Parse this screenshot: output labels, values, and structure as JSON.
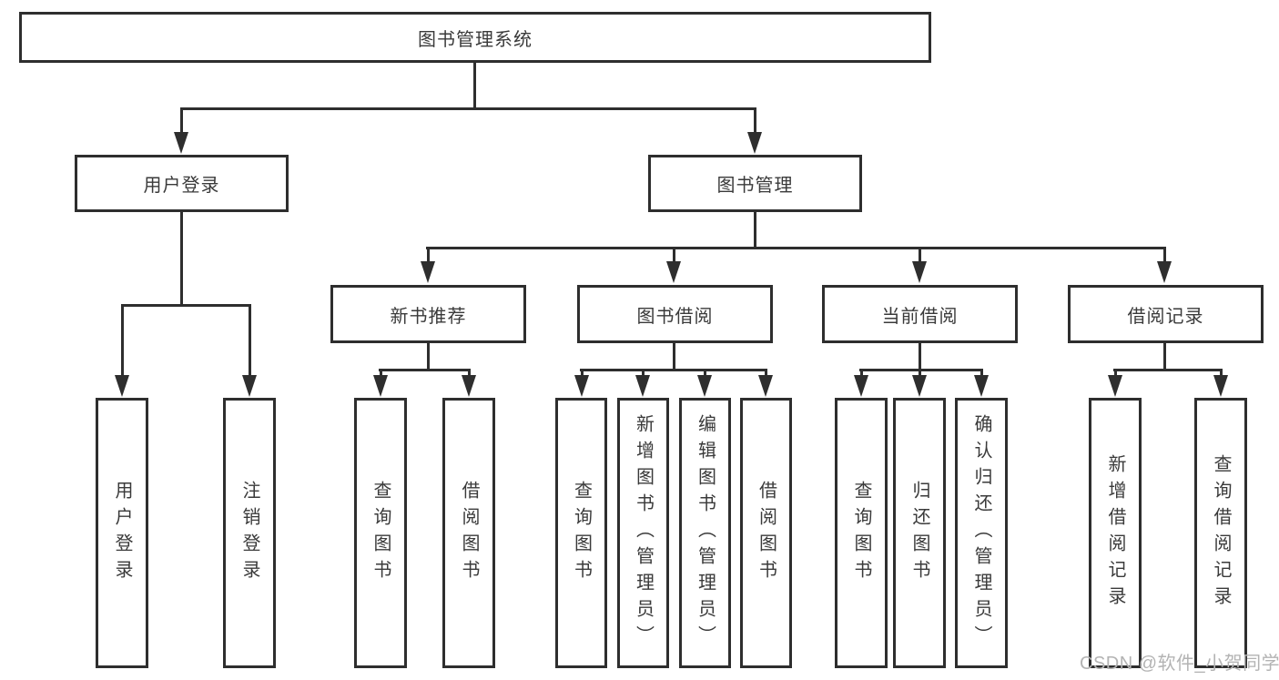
{
  "diagram": {
    "root": "图书管理系统",
    "branches": {
      "user_login": "用户登录",
      "book_mgmt": "图书管理"
    },
    "level2": {
      "new_book": "新书推荐",
      "book_borrow": "图书借阅",
      "current_borrow": "当前借阅",
      "borrow_record": "借阅记录"
    },
    "leaves": {
      "ul_login": "用户登录",
      "ul_logout": "注销登录",
      "nb_query": "查询图书",
      "nb_borrow": "借阅图书",
      "bb_query": "查询图书",
      "bb_add": "新增图书（管理员）",
      "bb_edit": "编辑图书（管理员）",
      "bb_borrow": "借阅图书",
      "cb_query": "查询图书",
      "cb_return": "归还图书",
      "cb_confirm": "确认归还（管理员）",
      "br_add": "新增借阅记录",
      "br_query": "查询借阅记录"
    },
    "colors": {
      "line": "#2e2e2e",
      "text": "#3a3a3a",
      "background": "#ffffff",
      "watermark": "#b3b3b3"
    }
  },
  "watermark": "CSDN @软件_小贺同学"
}
